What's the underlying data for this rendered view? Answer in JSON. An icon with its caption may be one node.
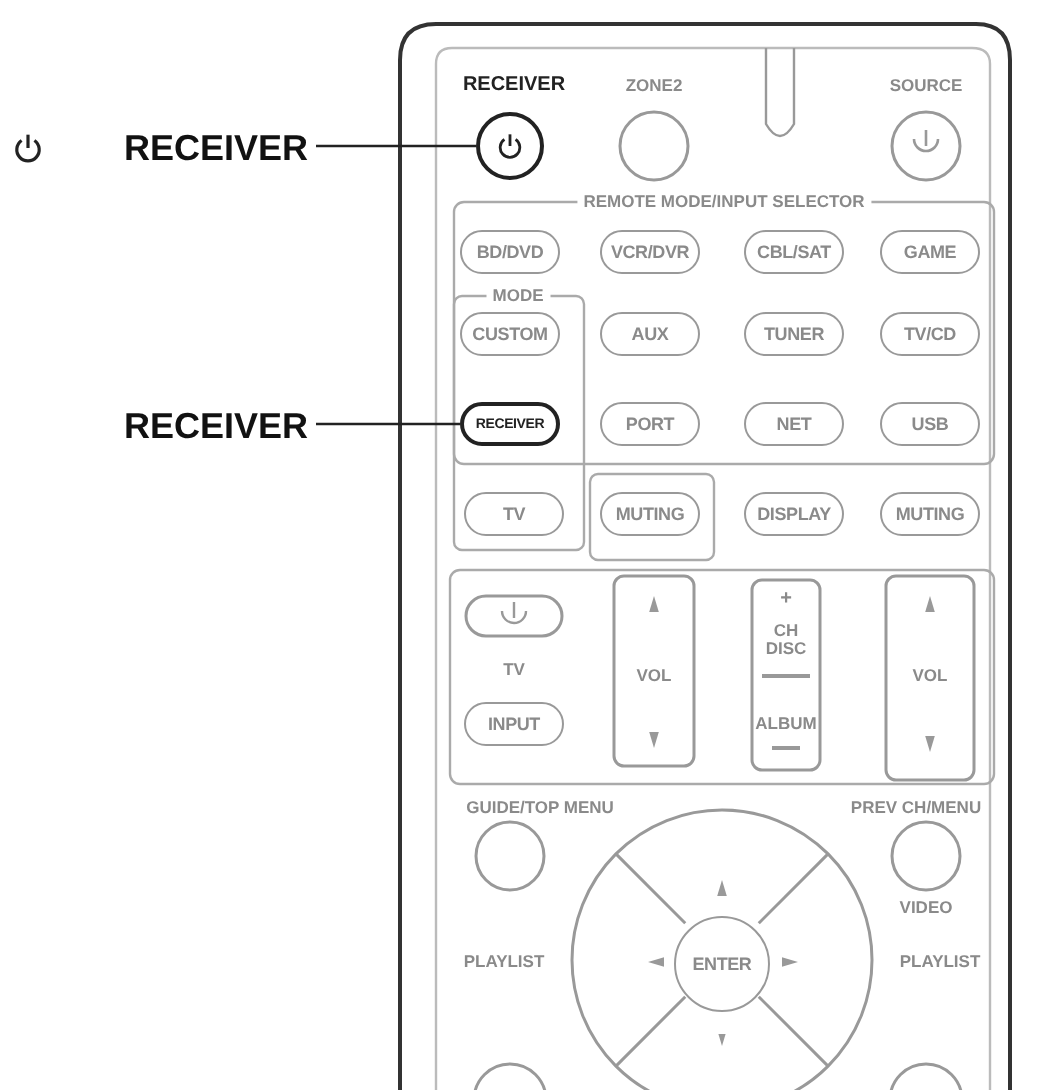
{
  "diagram": {
    "nodes": [
      {
        "text": [
          "RECEIVER"
        ]
      },
      {
        "text": [],
        "shape": "circle"
      },
      {
        "text": [
          "RECEIVER"
        ]
      },
      {
        "text": [
          "RECEIVER"
        ]
      }
    ],
    "edges": [
      {
        "from": 0,
        "to": 1,
        "arrow": "none"
      },
      {
        "from": 2,
        "to": 3,
        "arrow": "none"
      }
    ],
    "labels": [
      "RECEIVER",
      "ZONE2",
      "SOURCE",
      "REMOTE MODE/INPUT SELECTOR",
      "BD/DVD",
      "VCR/DVR",
      "CBL/SAT",
      "GAME",
      "MODE",
      "CUSTOM",
      "AUX",
      "TUNER",
      "TV/CD",
      "PORT",
      "NET",
      "USB",
      "TV",
      "MUTING",
      "DISPLAY",
      "MUTING",
      "TV",
      "VOL",
      "+",
      "CH DISC",
      "VOL",
      "INPUT",
      "ALBUM",
      "GUIDE/TOP MENU",
      "PREV CH/MENU",
      "VIDEO",
      "PLAYLIST",
      "ENTER",
      "PLAYLIST"
    ]
  }
}
